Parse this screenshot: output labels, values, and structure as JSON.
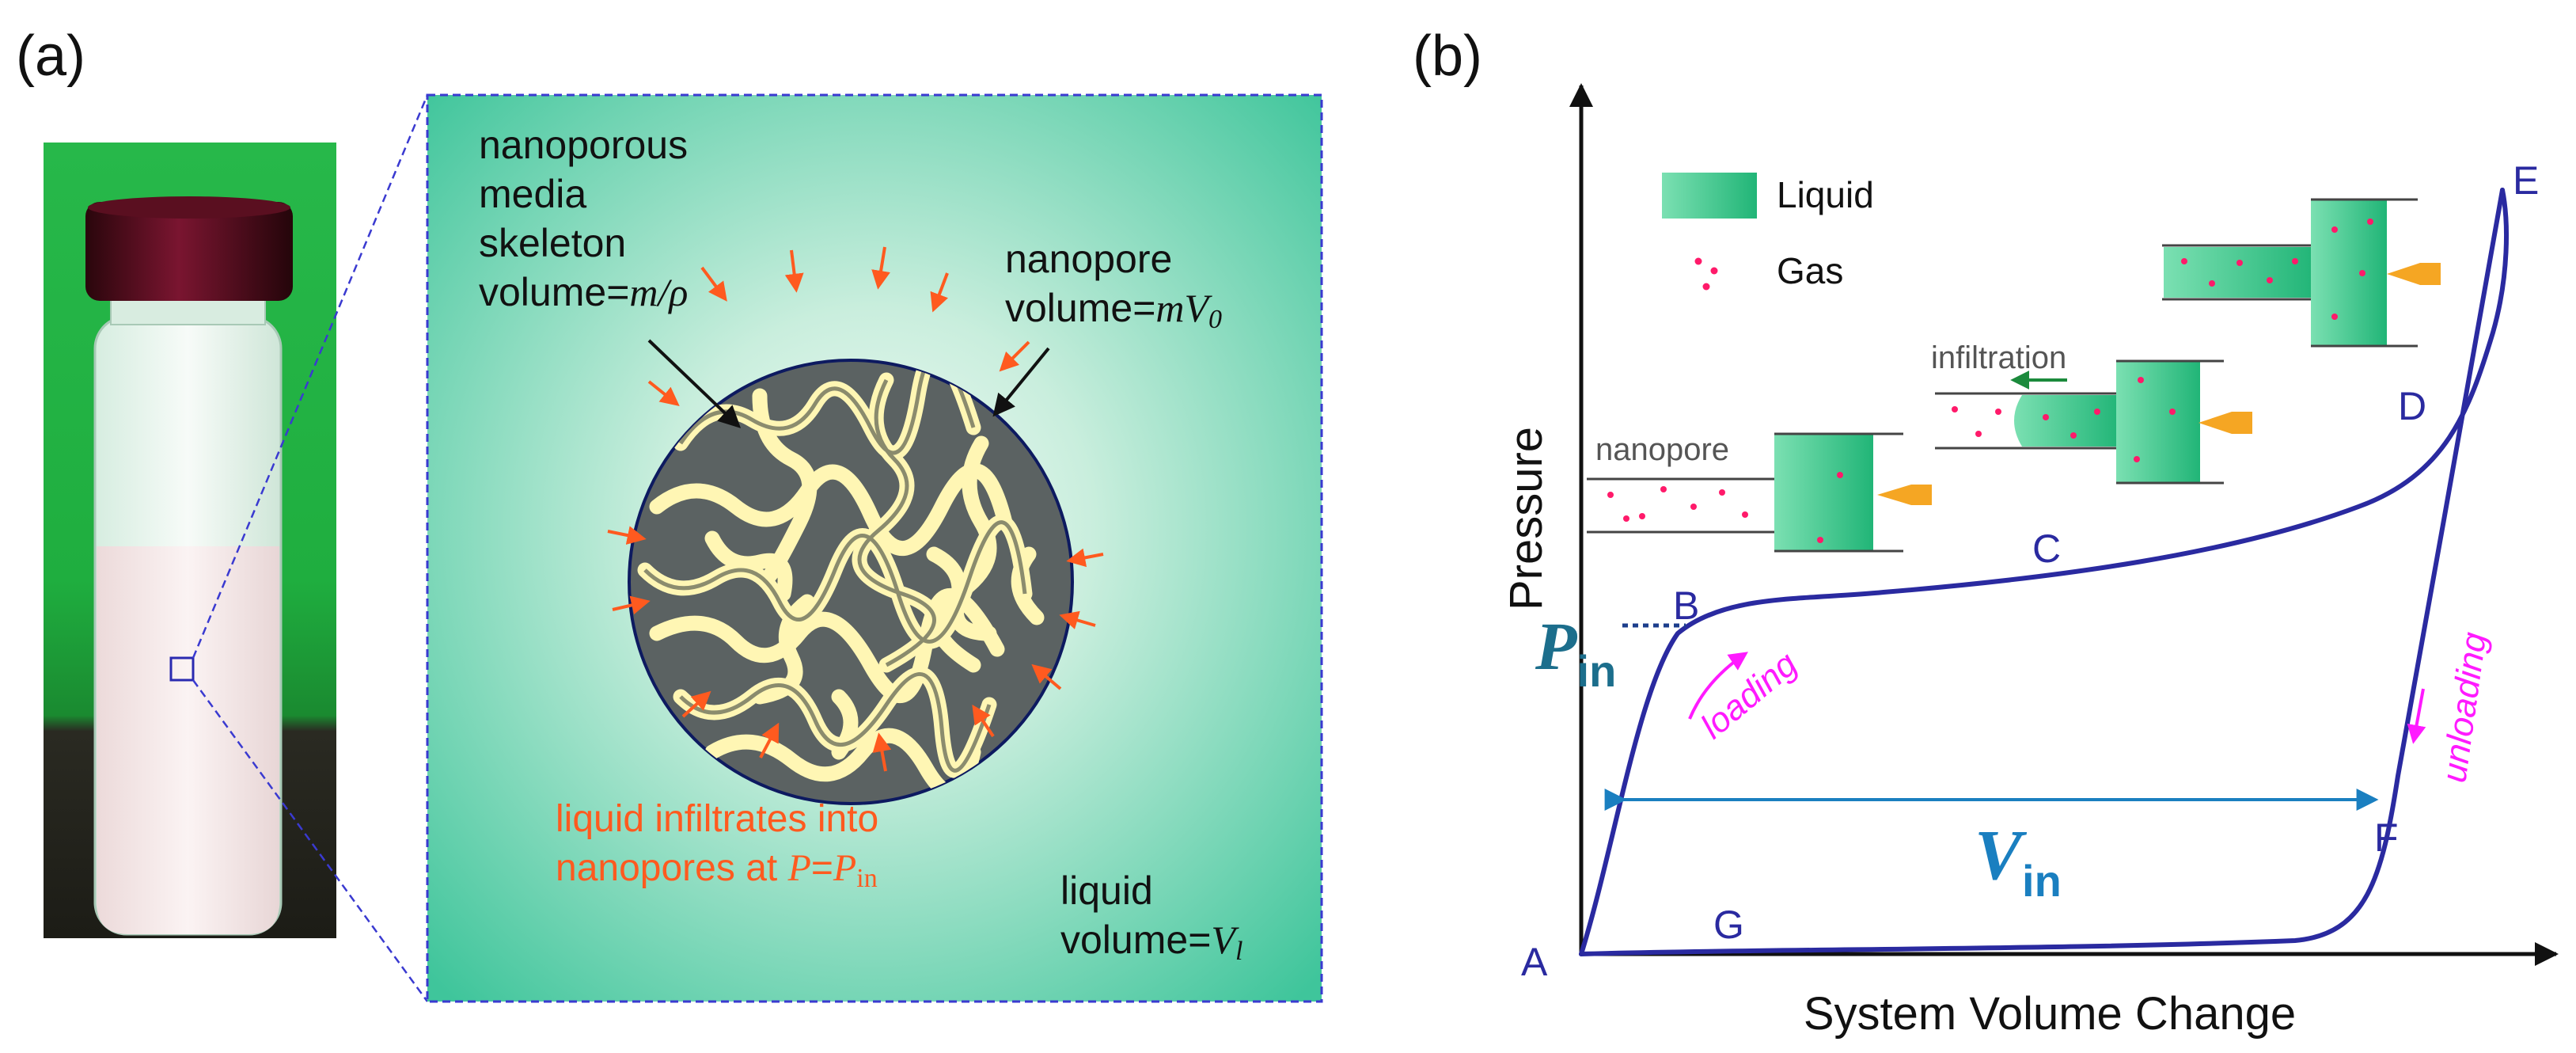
{
  "panel_a": {
    "label": "(a)",
    "skeleton_label": {
      "lines": [
        "nanoporous",
        "media",
        "skeleton"
      ],
      "prefix": "volume",
      "eq": "=",
      "expr": "m/ρ"
    },
    "nanopore_label": {
      "line1": "nanopore",
      "prefix": "volume",
      "eq": "=",
      "expr": "mV",
      "sub": "0"
    },
    "infiltration_note": {
      "line1": "liquid infiltrates into",
      "line2_prefix": "nanopores at ",
      "expr": "P",
      "eq": "=",
      "p_base": "P",
      "p_sub": "in"
    },
    "liquid_label": {
      "line1": "liquid",
      "prefix": "volume",
      "eq": "=",
      "expr": "V",
      "sub": "l"
    },
    "colors": {
      "accent_orange": "#ff5a1f",
      "dark": "#111111",
      "teal": "#36c49a"
    }
  },
  "panel_b": {
    "label": "(b)",
    "y_axis_label": "Pressure",
    "x_axis_label": "System Volume Change",
    "legend": {
      "liquid": "Liquid",
      "gas": "Gas"
    },
    "points": {
      "A": "A",
      "B": "B",
      "C": "C",
      "D": "D",
      "E": "E",
      "F": "F",
      "G": "G"
    },
    "p_in": {
      "base": "P",
      "sub": "in"
    },
    "v_in": {
      "base": "V",
      "sub": "in"
    },
    "loading": "loading",
    "unloading": "unloading",
    "infiltration": "infiltration",
    "nanopore": "nanopore",
    "colors": {
      "curve": "#2a2aa0",
      "arrow": "#1a7fc0",
      "magenta": "#ff1aff",
      "pin": "#1c6e8c",
      "vin": "#1a7fc0",
      "liquid": "#2bbd7e",
      "gas_dot": "#ff1a6a",
      "push": "#f5a623"
    }
  }
}
